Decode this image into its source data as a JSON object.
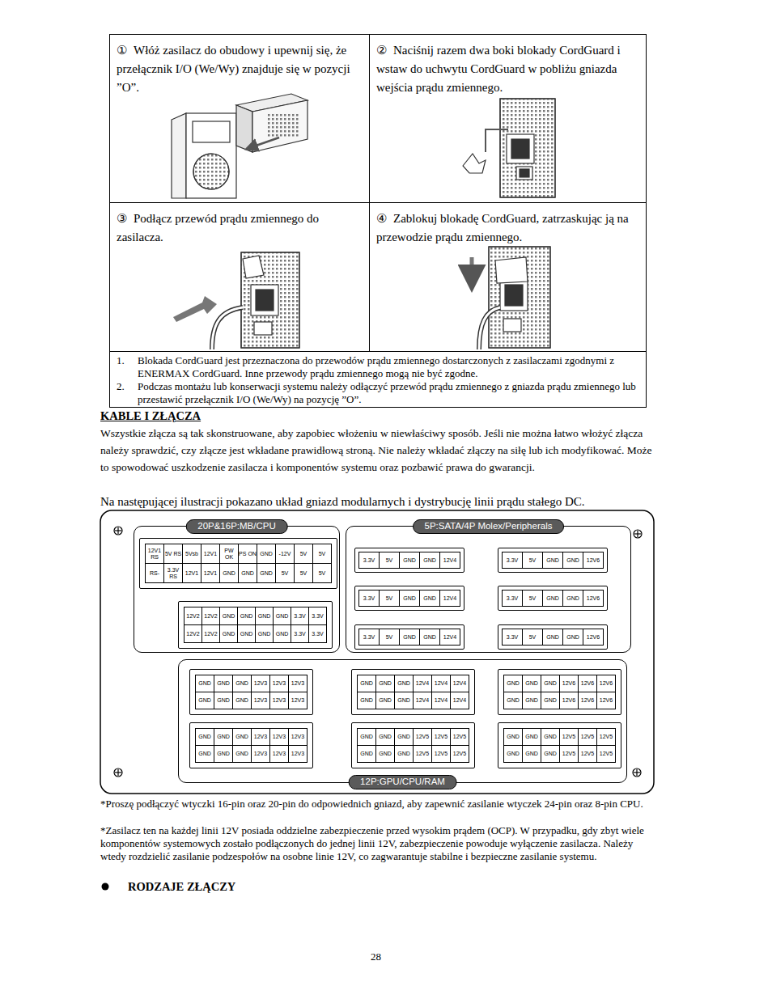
{
  "diagram": {
    "nodes": [
      {
        "text": [
          "①",
          "Włóż zasilacz do obudowy i upewnij się, że przełącznik I/O (We/Wy) znajduje się w pozycji ”O”."
        ]
      },
      {
        "text": [
          "②",
          "Naciśnij razem dwa boki blokady CordGuard i wstaw do uchwytu CordGuard w pobliżu gniazda wejścia prądu zmiennego."
        ]
      },
      {
        "text": [
          "③",
          "Podłącz przewód prądu zmiennego do zasilacza."
        ]
      },
      {
        "text": [
          "④",
          "Zablokuj blokadę CordGuard, zatrzaskując ją na przewodzie prądu zmiennego."
        ]
      },
      {
        "text": [
          "1.",
          "Blokada CordGuard jest przeznaczona do przewodów prądu zmiennego dostarczonych z zasilaczami zgodnymi z ENERMAX CordGuard. Inne przewody prądu zmiennego mogą nie być zgodne.",
          "2.",
          "Podczas montażu lub konserwacji systemu należy odłączyć przewód prądu zmiennego z gniazda prądu zmiennego lub przestawić przełącznik I/O (We/Wy) na pozycję ”O”."
        ]
      },
      {
        "text": [
          "20P&16P:MB/CPU"
        ]
      },
      {
        "text": [
          "12V1 RS",
          "5V RS",
          "5Vsb",
          "12V1",
          "PW OK",
          "PS ON",
          "GND",
          "-12V",
          "5V",
          "5V",
          "RS-",
          "3.3V RS",
          "12V1",
          "12V1",
          "GND",
          "GND",
          "GND",
          "5V",
          "5V",
          "5V"
        ],
        "in": 5
      },
      {
        "text": [
          "12V2",
          "12V2",
          "GND",
          "GND",
          "GND",
          "GND",
          "3.3V",
          "3.3V",
          "12V2",
          "12V2",
          "GND",
          "GND",
          "GND",
          "GND",
          "3.3V",
          "3.3V"
        ],
        "in": 5
      },
      {
        "text": [
          "5P:SATA/4P Molex/Peripherals"
        ]
      },
      {
        "text": [
          "3.3V",
          "5V",
          "GND",
          "GND",
          "12V4"
        ],
        "in": 8
      },
      {
        "text": [
          "3.3V",
          "5V",
          "GND",
          "GND",
          "12V6"
        ],
        "in": 8
      },
      {
        "text": [
          "3.3V",
          "5V",
          "GND",
          "GND",
          "12V4"
        ],
        "in": 8
      },
      {
        "text": [
          "3.3V",
          "5V",
          "GND",
          "GND",
          "12V6"
        ],
        "in": 8
      },
      {
        "text": [
          "3.3V",
          "5V",
          "GND",
          "GND",
          "12V4"
        ],
        "in": 8
      },
      {
        "text": [
          "3.3V",
          "5V",
          "GND",
          "GND",
          "12V6"
        ],
        "in": 8
      },
      {
        "text": [
          "12P:GPU/CPU/RAM"
        ]
      },
      {
        "text": [
          "GND",
          "GND",
          "GND",
          "12V3",
          "12V3",
          "12V3",
          "GND",
          "GND",
          "GND",
          "12V3",
          "12V3",
          "12V3"
        ],
        "in": 15
      },
      {
        "text": [
          "GND",
          "GND",
          "GND",
          "12V4",
          "12V4",
          "12V4",
          "GND",
          "GND",
          "GND",
          "12V4",
          "12V4",
          "12V4"
        ],
        "in": 15
      },
      {
        "text": [
          "GND",
          "GND",
          "GND",
          "12V6",
          "12V6",
          "12V6",
          "GND",
          "GND",
          "GND",
          "12V6",
          "12V6",
          "12V6"
        ],
        "in": 15
      },
      {
        "text": [
          "GND",
          "GND",
          "GND",
          "12V3",
          "12V3",
          "12V3",
          "GND",
          "GND",
          "GND",
          "12V3",
          "12V3",
          "12V3"
        ],
        "in": 15
      },
      {
        "text": [
          "GND",
          "GND",
          "GND",
          "12V5",
          "12V5",
          "12V5",
          "GND",
          "GND",
          "GND",
          "12V5",
          "12V5",
          "12V5"
        ],
        "in": 15
      },
      {
        "text": [
          "GND",
          "GND",
          "GND",
          "12V5",
          "12V5",
          "12V5",
          "GND",
          "GND",
          "GND",
          "12V5",
          "12V5",
          "12V5"
        ],
        "in": 15
      }
    ],
    "labels": [
      "KABLE I ZŁĄCZA",
      "Wszystkie złącza są tak skonstruowane, aby zapobiec włożeniu w niewłaściwy sposób. Jeśli nie można łatwo włożyć złącza należy sprawdzić, czy złącze jest wkładane prawidłową stroną. Nie należy wkładać złączy na siłę lub ich modyfikować. Może to spowodować uszkodzenie zasilacza i komponentów systemu oraz pozbawić prawa do gwarancji.",
      "Na następującej ilustracji pokazano układ gniazd modularnych i dystrybucję linii prądu stałego DC.",
      "*Proszę podłączyć wtyczki 16-pin oraz 20-pin do odpowiednich gniazd, aby zapewnić zasilanie wtyczek 24-pin oraz 8-pin CPU.",
      "*Zasilacz ten na każdej linii 12V posiada oddzielne zabezpieczenie przed wysokim prądem (OCP). W przypadku, gdy zbyt wiele komponentów systemowych zostało podłączonych do jednej linii 12V, zabezpieczenie powoduje wyłączenie zasilacza. Należy wtedy rozdzielić zasilanie podzespołów na osobne linie 12V, co zagwarantuje stabilne i bezpieczne zasilanie systemu.",
      "RODZAJE ZŁĄCZY",
      "28"
    ]
  }
}
